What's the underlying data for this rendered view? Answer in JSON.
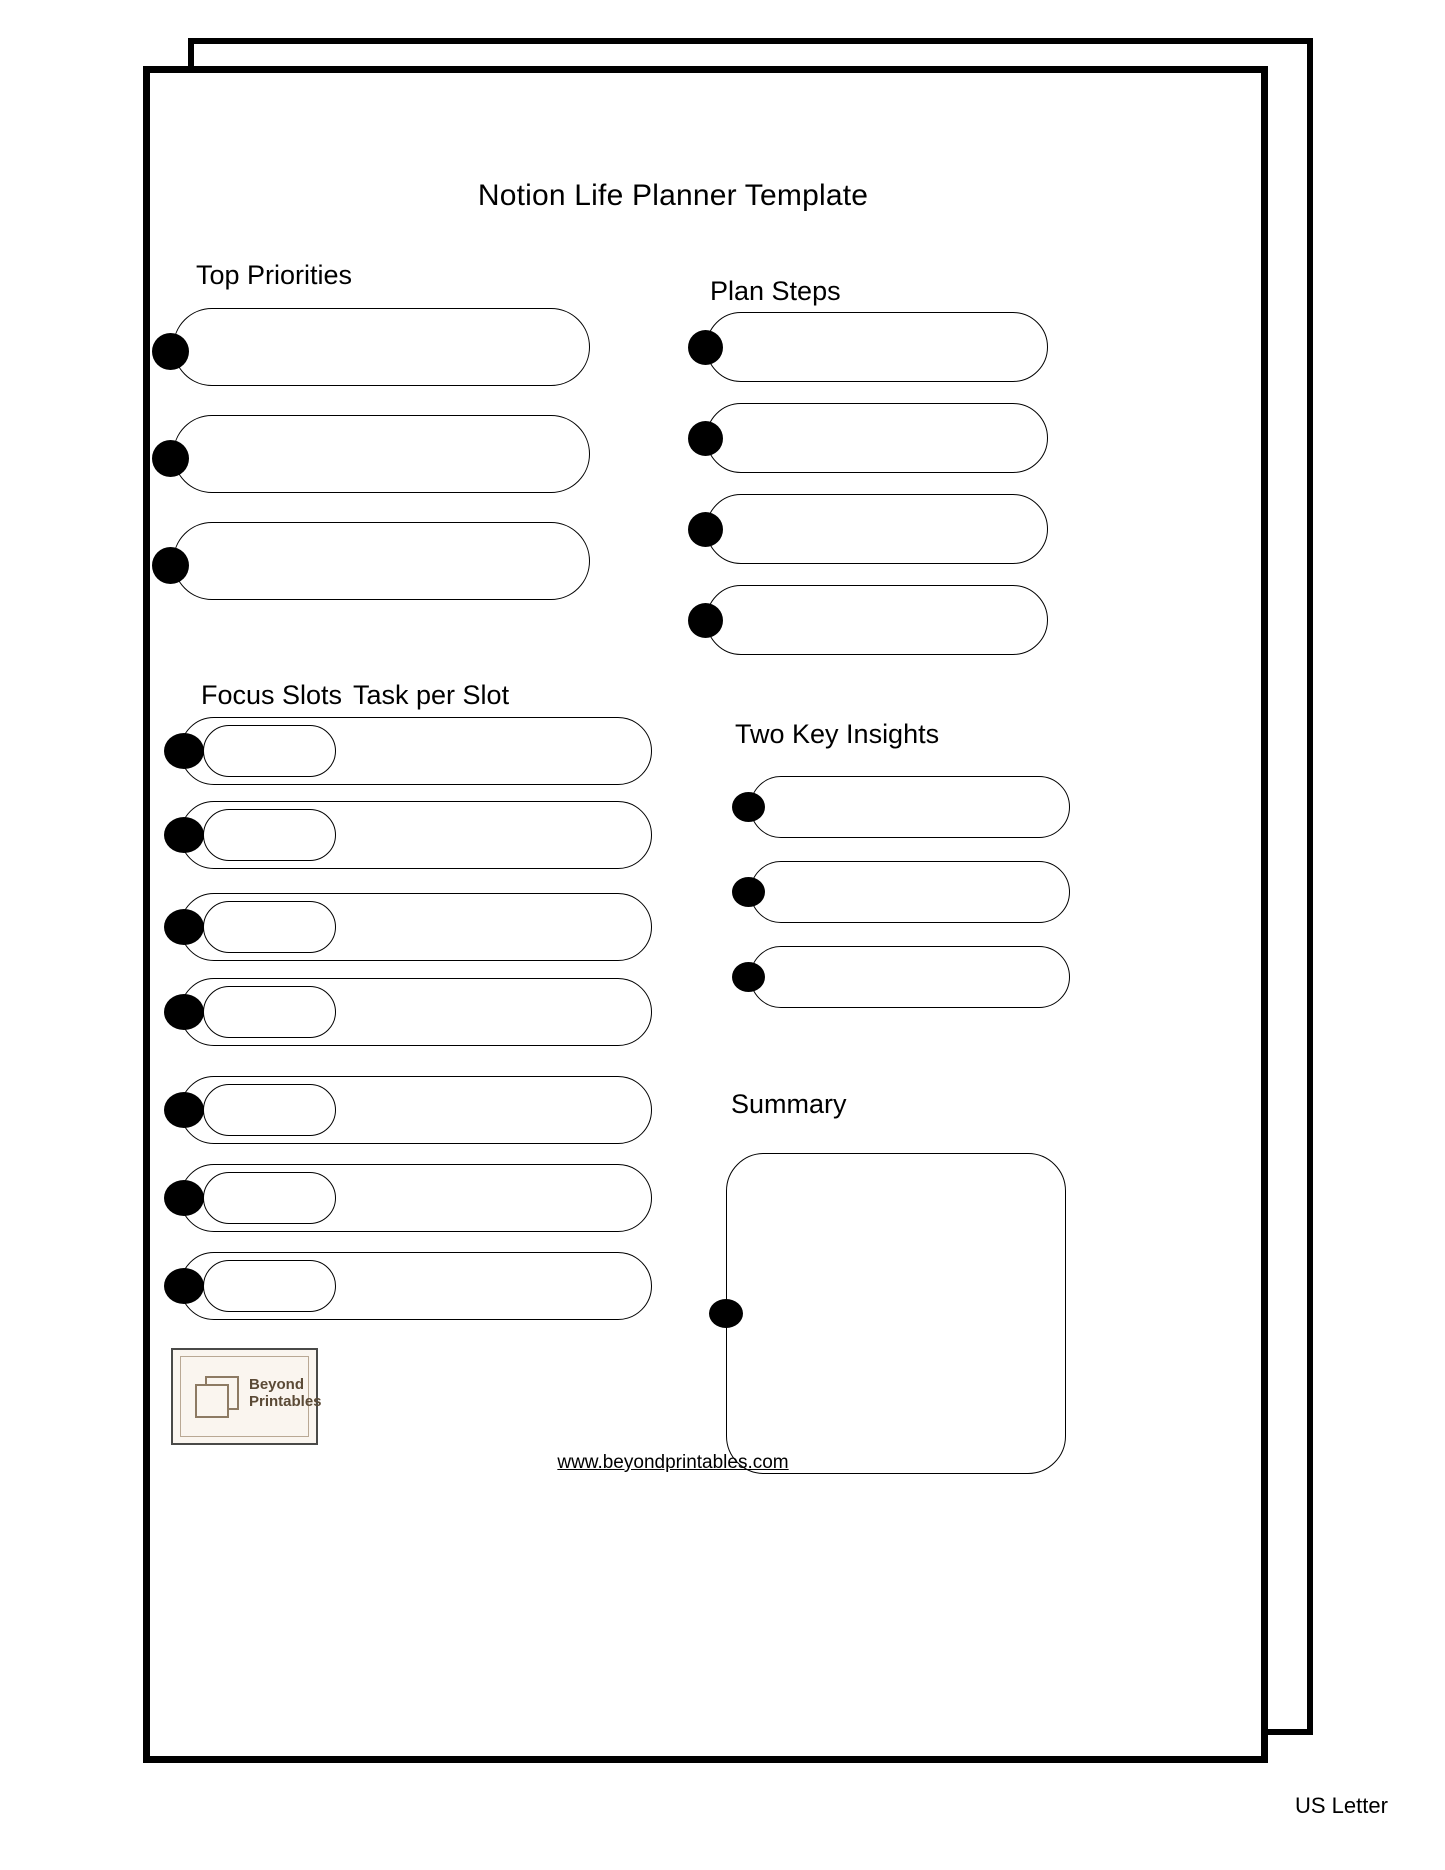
{
  "document": {
    "title": "Notion Life Planner Template",
    "paper_size": "US Letter",
    "site_url": "www.beyondprintables.com"
  },
  "brand": {
    "name_line1": "Beyond",
    "name_line2": "Printables",
    "mark": "stacked-squares-icon",
    "background": "#faf5ef",
    "ink": "#5b4a36"
  },
  "sections": {
    "top_priorities": {
      "label": "Top Priorities",
      "rows": [
        "",
        "",
        ""
      ]
    },
    "plan_steps": {
      "label": "Plan Steps",
      "rows": [
        "",
        "",
        "",
        ""
      ]
    },
    "focus_slots": {
      "label": "Focus Slots",
      "task_label": "Task per Slot",
      "rows": [
        {
          "slot": "",
          "task": ""
        },
        {
          "slot": "",
          "task": ""
        },
        {
          "slot": "",
          "task": ""
        },
        {
          "slot": "",
          "task": ""
        },
        {
          "slot": "",
          "task": ""
        },
        {
          "slot": "",
          "task": ""
        },
        {
          "slot": "",
          "task": ""
        }
      ]
    },
    "two_key_insights": {
      "label": "Two Key Insights",
      "rows": [
        "",
        "",
        ""
      ]
    },
    "summary": {
      "label": "Summary",
      "value": ""
    }
  },
  "colors": {
    "ink": "#000000",
    "paper": "#ffffff"
  }
}
